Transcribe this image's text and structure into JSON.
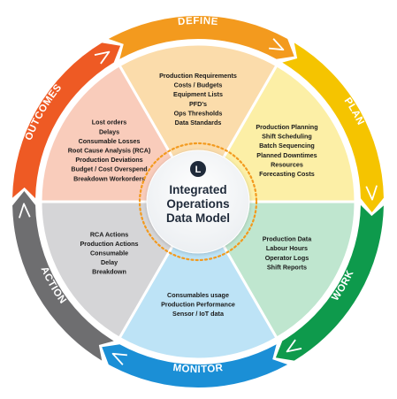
{
  "hub": {
    "title_lines": [
      "Integrated",
      "Operations",
      "Data Model"
    ],
    "logo_letter": "L"
  },
  "stages": [
    {
      "name": "DEFINE",
      "ring_color": "#f39a1e",
      "fill_color": "#fbdcab",
      "items": [
        "Production Requirements",
        "Costs / Budgets",
        "Equipment Lists",
        "PFD's",
        "Ops Thresholds",
        "Data Standards"
      ]
    },
    {
      "name": "PLAN",
      "ring_color": "#f5c400",
      "fill_color": "#fcefa6",
      "items": [
        "Production Planning",
        "Shift Scheduling",
        "Batch Sequencing",
        "Planned Downtimes",
        "Resources",
        "Forecasting Costs"
      ]
    },
    {
      "name": "WORK",
      "ring_color": "#0e9a4c",
      "fill_color": "#bfe6cf",
      "items": [
        "Production Data",
        "Labour Hours",
        "Operator Logs",
        "Shift Reports"
      ]
    },
    {
      "name": "MONITOR",
      "ring_color": "#1b8fd6",
      "fill_color": "#bde3f6",
      "items": [
        "Consumables usage",
        "Production Performance",
        "Sensor / IoT data"
      ]
    },
    {
      "name": "ACTION",
      "ring_color": "#6e6e70",
      "fill_color": "#d5d5d7",
      "items": [
        "RCA Actions",
        "Production Actions",
        "Consumable",
        "Delay",
        "Breakdown"
      ]
    },
    {
      "name": "OUTCOMES",
      "ring_color": "#ee5a24",
      "fill_color": "#f9ccbb",
      "items": [
        "Lost orders",
        "Delays",
        "Consumable Losses",
        "Root Cause Analysis (RCA)",
        "Production  Deviations",
        "Budget / Cost Overspend",
        "Breakdown Workorders"
      ]
    }
  ]
}
